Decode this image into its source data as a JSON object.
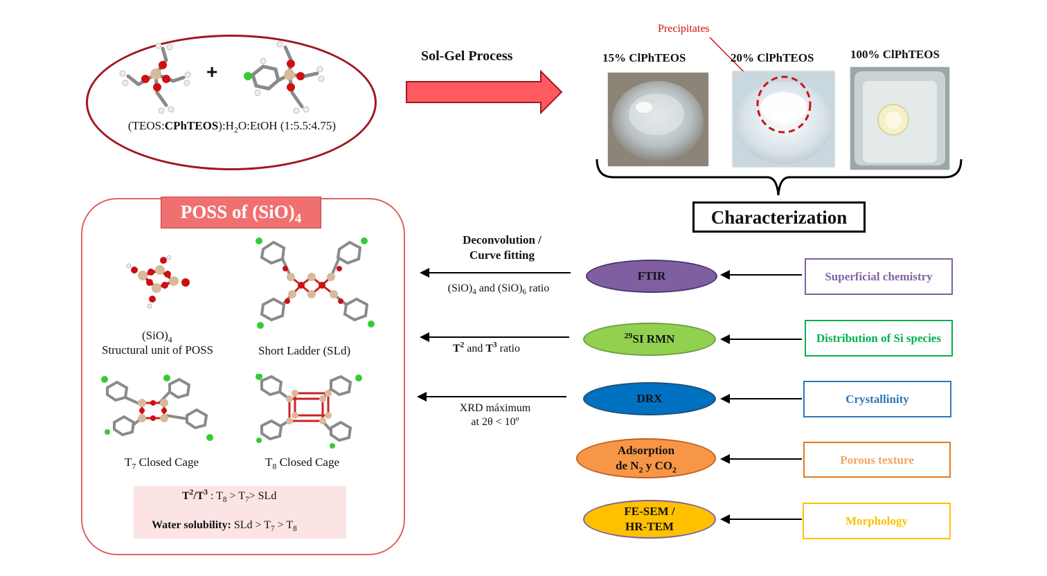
{
  "reaction": {
    "formula_pre": "(TEOS:",
    "formula_bold": "CPhTEOS",
    "formula_post": "):H",
    "formula_sub": "2",
    "formula_end": "O:EtOH (1:5.5:4.75)",
    "plus": "+"
  },
  "process": {
    "label": "Sol-Gel Process",
    "arrow_color": "#ff5a5f"
  },
  "samples": {
    "precipitates_label": "Precipitates",
    "items": [
      {
        "label": "15% ClPhTEOS"
      },
      {
        "label": "20% ClPhTEOS"
      },
      {
        "label": "100% ClPhTEOS"
      }
    ]
  },
  "characterization": {
    "title": "Characterization"
  },
  "poss": {
    "title_main": "POSS of (SiO)",
    "title_sub": "4",
    "unit_label_1_main": "(SiO)",
    "unit_label_1_sub": "4",
    "unit_label_2": "Structural unit of POSS",
    "ladder_label": "Short Ladder  (SLd)",
    "t7_pre": "T",
    "t7_sub": "7",
    "t7_post": " Closed  Cage",
    "t8_pre": "T",
    "t8_sub": "8",
    "t8_post": " Closed  Cage",
    "ratio_line": {
      "a": "T",
      "a_sup": "2",
      "b": "/T",
      "b_sup": "3",
      "c": " : T",
      "c_sub": "8",
      "d": "  > T",
      "d_sub": "7",
      "e": "> SLd"
    },
    "solubility_line": {
      "label": "Water solubility:",
      "a": "  SLd > T",
      "a_sub": "7",
      "b": " > T",
      "b_sub": "8"
    }
  },
  "results": {
    "ftir_top_1": "Deconvolution /",
    "ftir_top_2": "Curve fitting",
    "ftir_bottom_a": "(SiO)",
    "ftir_bottom_a_sub": "4",
    "ftir_bottom_b": " and (SiO)",
    "ftir_bottom_b_sub": "6",
    "ftir_bottom_c": " ratio",
    "rmn_a": "T",
    "rmn_a_sup": "2",
    "rmn_b": " and ",
    "rmn_c": "T",
    "rmn_c_sup": "3",
    "rmn_d": " ratio",
    "xrd_1": "XRD máximum",
    "xrd_2": "at 2θ < 10º"
  },
  "techniques": {
    "ftir": {
      "label": "FTIR",
      "color": "#7f5fa0"
    },
    "rmn": {
      "sup": "29",
      "label": "SI RMN",
      "color": "#92d050"
    },
    "drx": {
      "label": "DRX",
      "color": "#0070c0"
    },
    "ads": {
      "label_1": "Adsorption",
      "label_2a": "de N",
      "label_2b": "2",
      "label_2c": " y CO",
      "label_2d": "2",
      "color": "#f79646"
    },
    "fesem": {
      "label_1": "FE-SEM /",
      "label_2": "HR-TEM",
      "color": "#ffc000"
    }
  },
  "properties": [
    {
      "label": "Superficial chemistry",
      "color": "#7f5fa0"
    },
    {
      "label": "Distribution of Si species",
      "color": "#00b050"
    },
    {
      "label": "Crystallinity",
      "color": "#2e75b6"
    },
    {
      "label": "Porous texture",
      "color": "#f79646"
    },
    {
      "label": "Morphology",
      "color": "#ffc000"
    }
  ]
}
